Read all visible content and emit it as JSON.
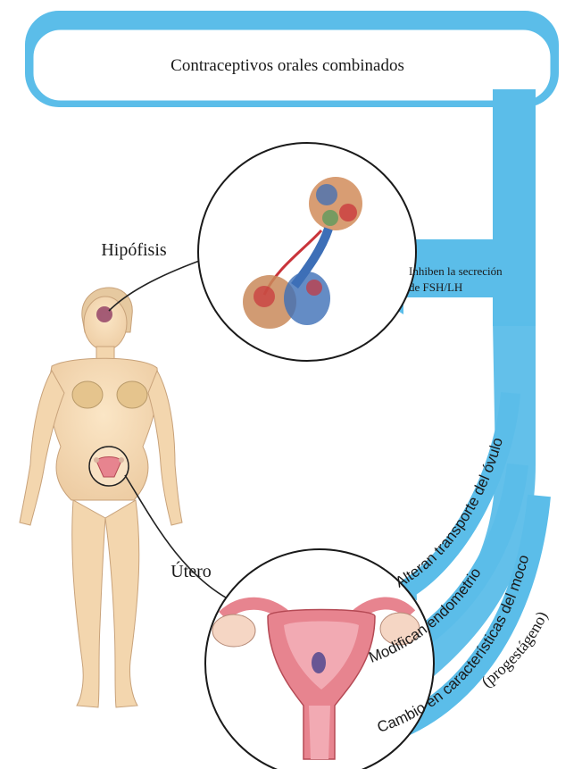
{
  "header": {
    "title": "Contraceptivos orales combinados"
  },
  "labels": {
    "pituitary": "Hipófisis",
    "uterus": "Útero",
    "inhibit_line1": "Inhiben la secreción",
    "inhibit_line2": "de FSH/LH",
    "curve_ovum": "Alteran transporte del óvulo",
    "curve_endometrium": "Modifican endometrio",
    "curve_mucus": "Cambio en características del moco",
    "progestagen": "(progestágeno)"
  },
  "colors": {
    "flow_blue": "#5bbde9",
    "skin": "#f6dcb6",
    "skin_outline": "#c8a27a",
    "uterus_pink": "#e7848f",
    "organ_red": "#c9343a"
  }
}
